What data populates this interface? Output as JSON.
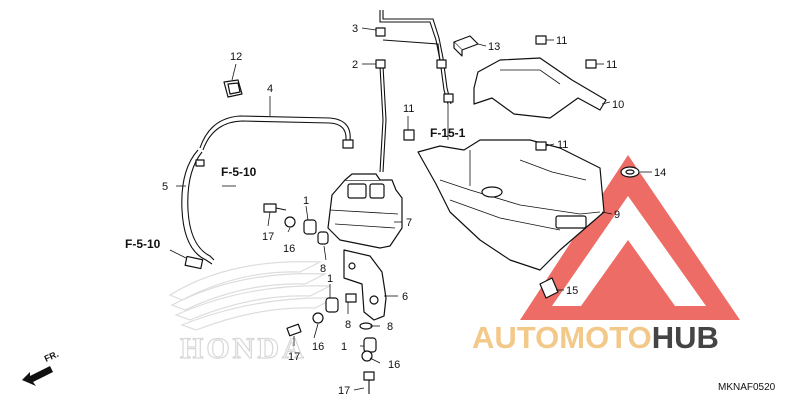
{
  "callouts": {
    "c1a": "1",
    "c1b": "1",
    "c1c": "1",
    "c2": "2",
    "c3": "3",
    "c4": "4",
    "c5": "5",
    "c6": "6",
    "c7": "7",
    "c8a": "8",
    "c8b": "8",
    "c8c": "8",
    "c9": "9",
    "c10": "10",
    "c11a": "11",
    "c11b": "11",
    "c11c": "11",
    "c11d": "11",
    "c12": "12",
    "c13": "13",
    "c14": "14",
    "c15": "15",
    "c16a": "16",
    "c16b": "16",
    "c16c": "16",
    "c17a": "17",
    "c17b": "17",
    "c17c": "17"
  },
  "references": {
    "f151": "F-15-1",
    "f510a": "F-5-10",
    "f510b": "F-5-10"
  },
  "diagram_code": "MKNAF0520",
  "direction_label": "FR.",
  "background_logo_text": "HONDA",
  "watermark": {
    "part1": "AUTOMOTO",
    "part2": "HUB",
    "color_primary": "#f3c98a",
    "color_secondary": "#444444",
    "triangle_color": "#e8443a"
  }
}
